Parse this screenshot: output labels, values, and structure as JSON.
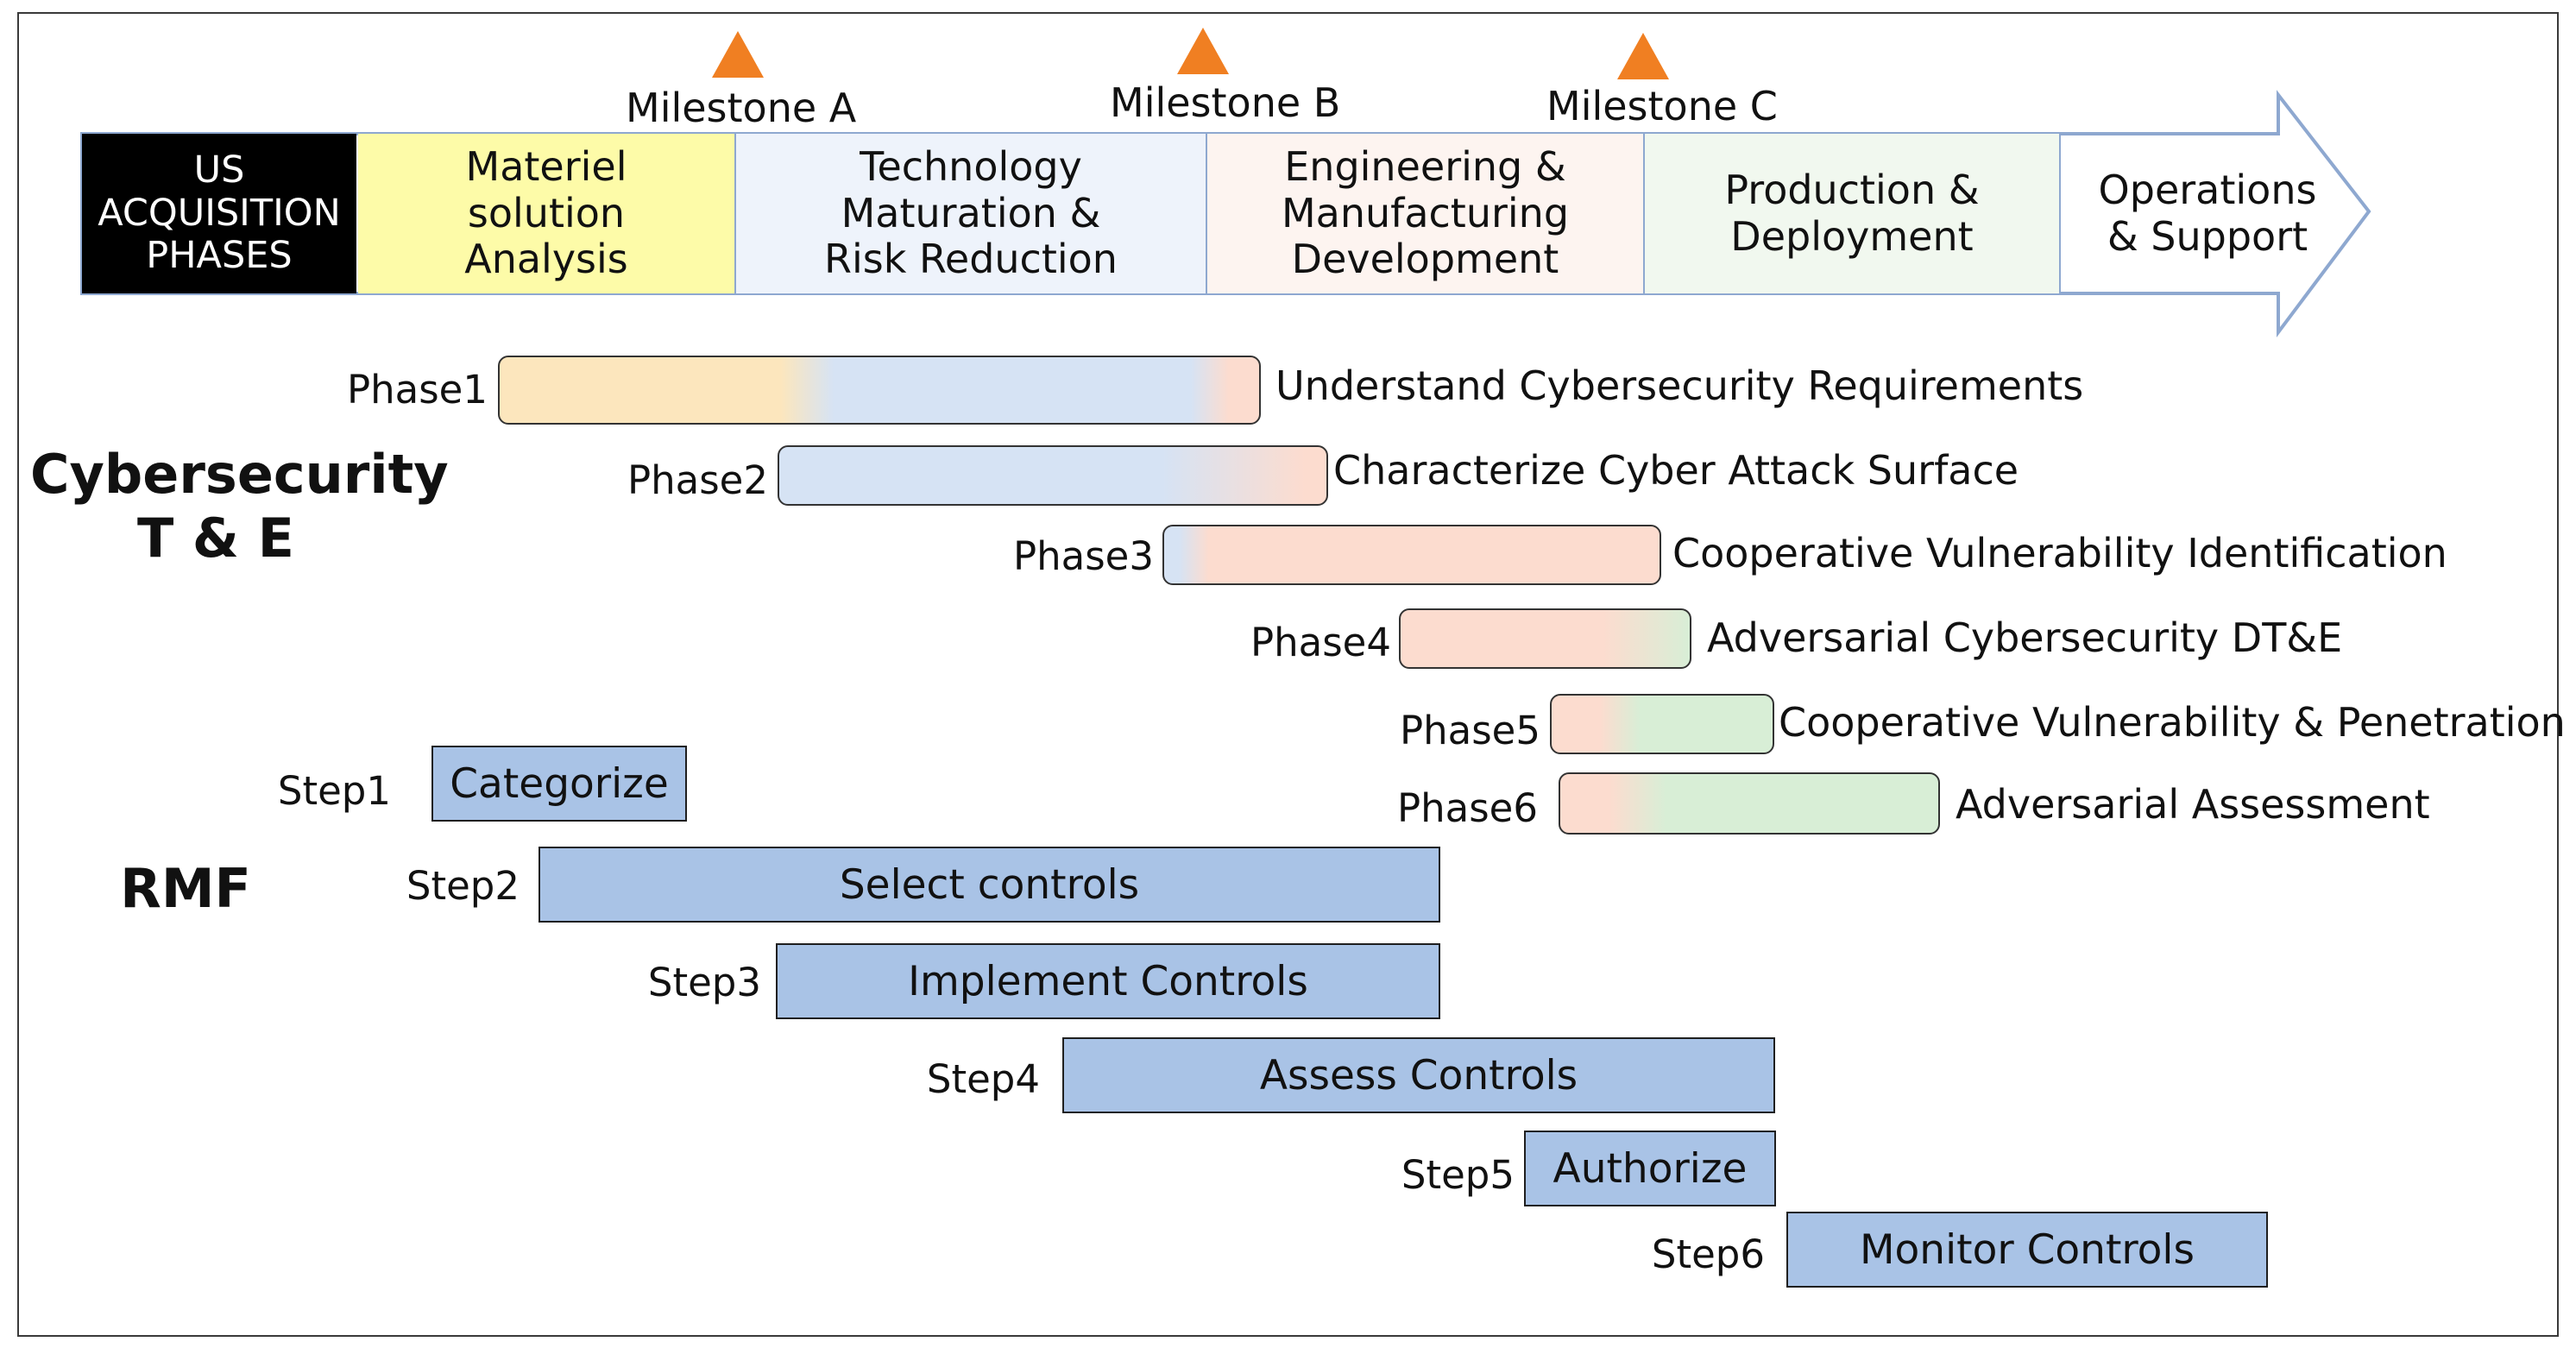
{
  "header": {
    "phases": [
      {
        "label": "US\nACQUISITION\nPHASES",
        "bg": "#000000"
      },
      {
        "label": "Materiel\nsolution\nAnalysis",
        "bg": "#fdfba8"
      },
      {
        "label": "Technology\nMaturation &\nRisk Reduction",
        "bg": "#eef3fb"
      },
      {
        "label": "Engineering &\nManufacturing\nDevelopment",
        "bg": "#fdf4f0"
      },
      {
        "label": "Production &\nDeployment",
        "bg": "#f1f8ef"
      },
      {
        "label": "Operations\n& Support",
        "bg": "#ffffff"
      }
    ],
    "milestones": [
      "Milestone A",
      "Milestone B",
      "Milestone C"
    ],
    "milestone_color": "#f07f22",
    "arrow_outline": "#8ea8d0"
  },
  "sections": {
    "cyber_te": "Cybersecurity\nT & E",
    "rmf": "RMF"
  },
  "cyber_phases": [
    {
      "label": "Phase1",
      "text": "Understand  Cybersecurity Requirements"
    },
    {
      "label": "Phase2",
      "text": "Characterize Cyber Attack Surface"
    },
    {
      "label": "Phase3",
      "text": "Cooperative Vulnerability Identification"
    },
    {
      "label": "Phase4",
      "text": "Adversarial Cybersecurity DT&E"
    },
    {
      "label": "Phase5",
      "text": "Cooperative Vulnerability & Penetration"
    },
    {
      "label": "Phase6",
      "text": "Adversarial Assessment"
    }
  ],
  "rmf_steps": [
    {
      "label": "Step1",
      "text": "Categorize"
    },
    {
      "label": "Step2",
      "text": "Select controls"
    },
    {
      "label": "Step3",
      "text": "Implement Controls"
    },
    {
      "label": "Step4",
      "text": "Assess Controls"
    },
    {
      "label": "Step5",
      "text": "Authorize"
    },
    {
      "label": "Step6",
      "text": "Monitor Controls"
    }
  ],
  "colors": {
    "yellow": "#fce6bd",
    "blue": "#d6e3f4",
    "peach": "#fcdccf",
    "green": "#d8eed6",
    "step_fill": "#a9c3e6"
  }
}
